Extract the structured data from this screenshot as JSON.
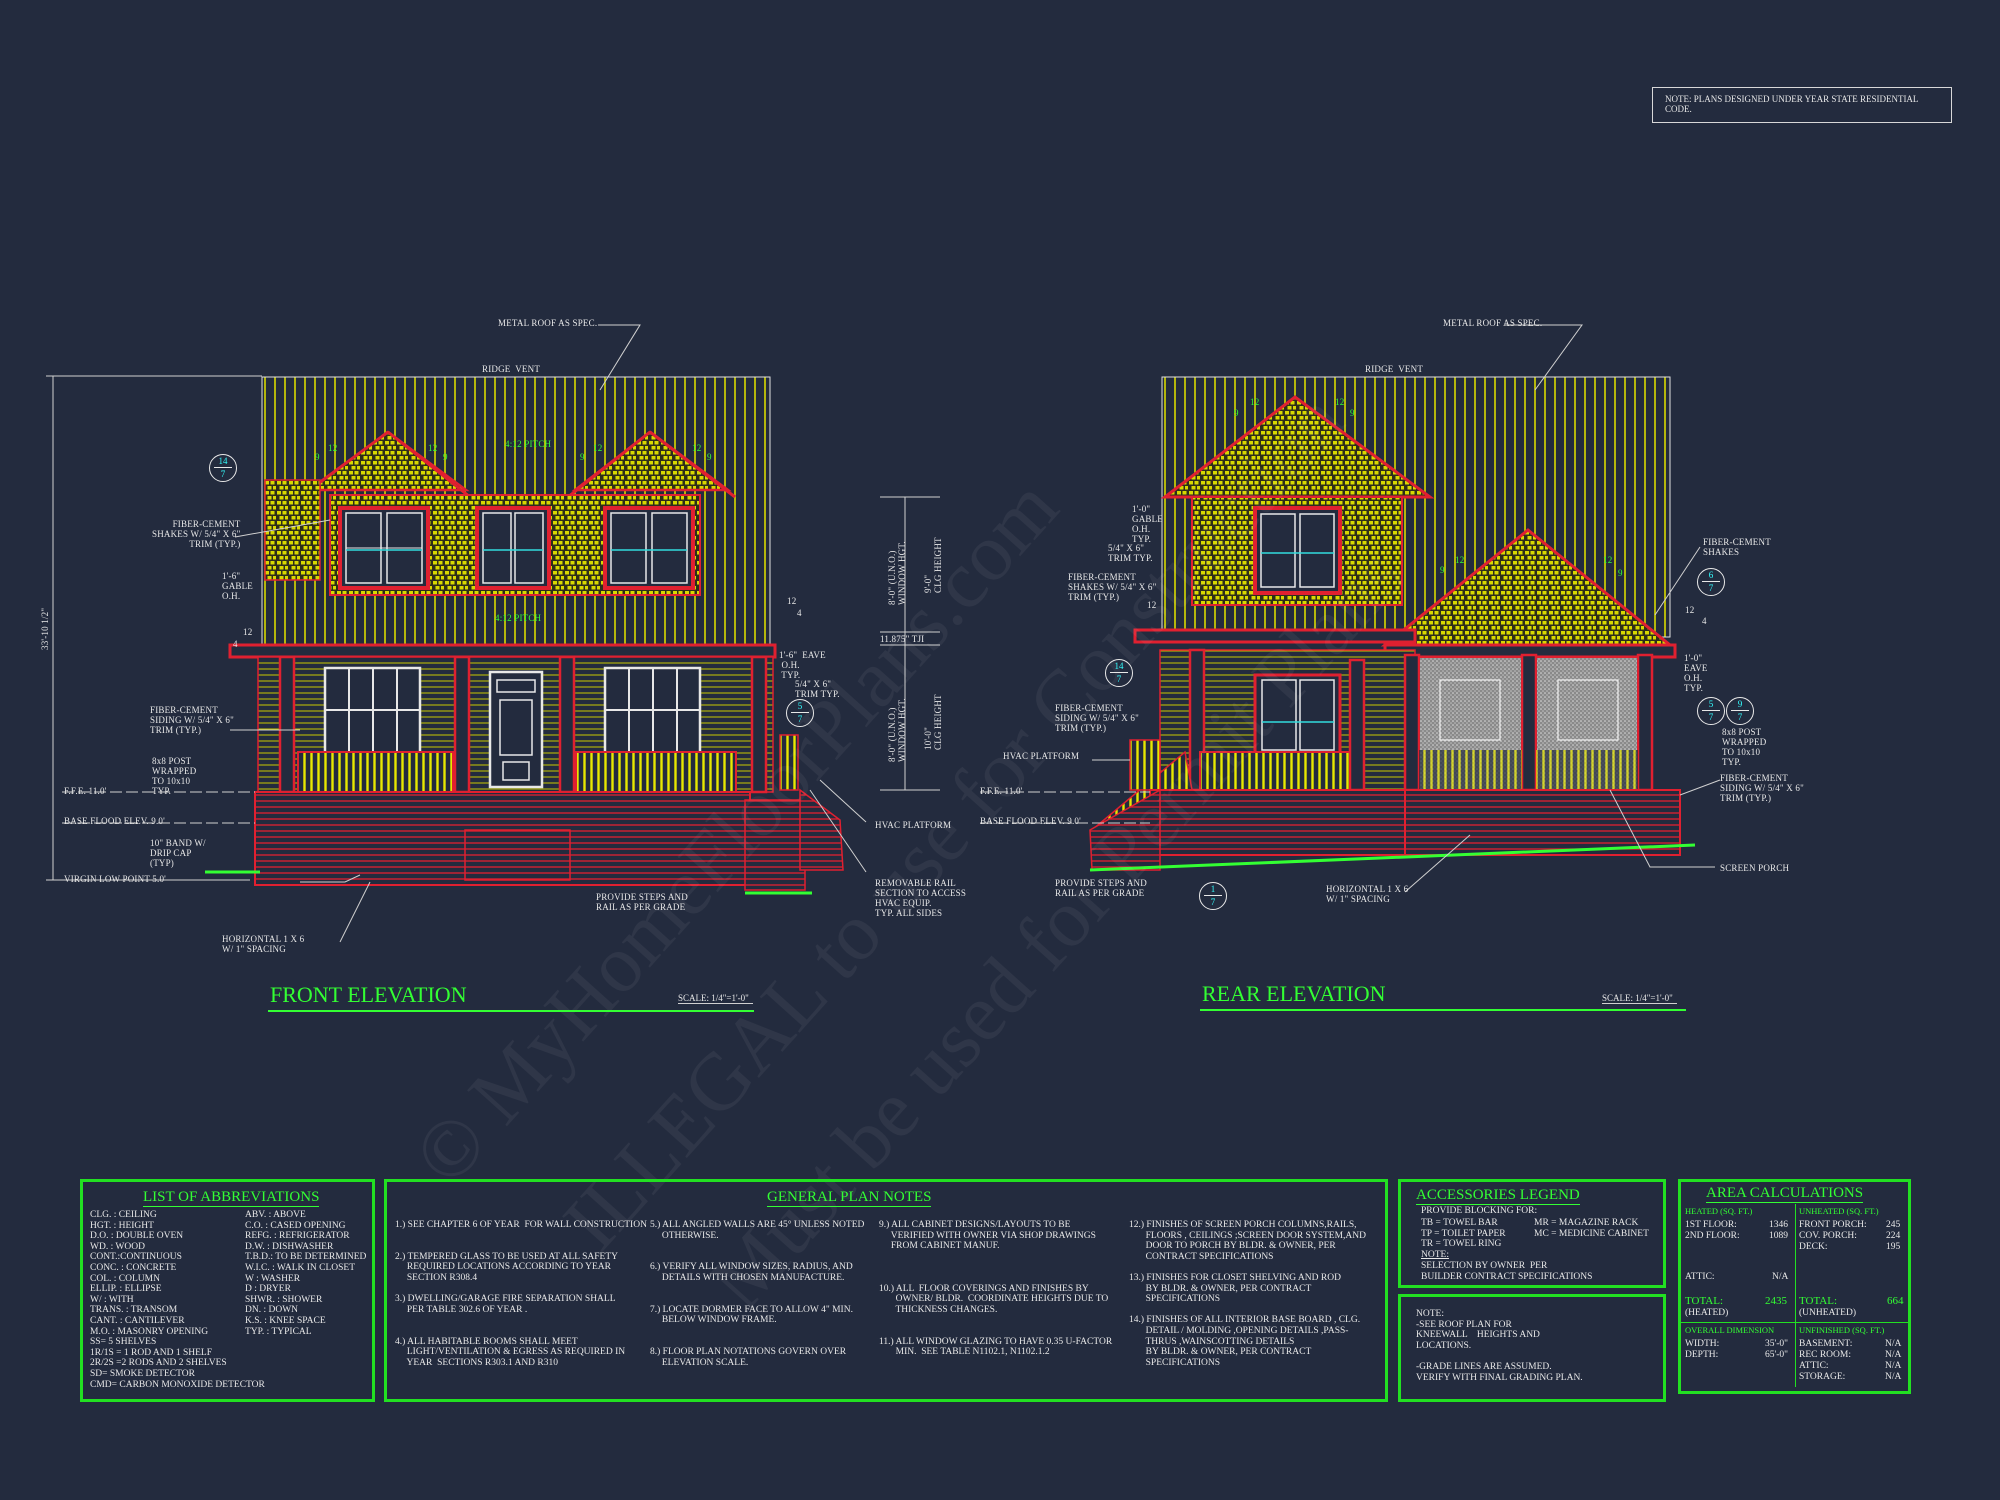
{
  "code_note": "NOTE: PLANS DESIGNED UNDER YEAR STATE\n RESIDENTIAL CODE.",
  "watermark": {
    "line1": "© MyHomeFloorPlans.com",
    "line2": "ILLEGAL to use for Construction",
    "line3": "Must be used for Permit Plans"
  },
  "front": {
    "title": "FRONT ELEVATION",
    "scale": "SCALE: 1/4\"=1'-0\"",
    "labels": {
      "metal_roof": "METAL ROOF AS SPEC.",
      "ridge_vent": "RIDGE  VENT",
      "pitch_upper": "4:12 PITCH",
      "pitch_lower": "4:12 PITCH",
      "shakes": "FIBER-CEMENT\nSHAKES W/ 5/4\" X 6\"\nTRIM (TYP.)",
      "gable_oh": "1'-6\"\nGABLE\nO.H.",
      "siding": "FIBER-CEMENT\nSIDING W/ 5/4\" X 6\"\nTRIM (TYP.)",
      "post": "8x8 POST\nWRAPPED\nTO 10x10\nTYP.",
      "ffe": "F.F.E. 11.0'",
      "bfe": "BASE FLOOD ELEV. 9.0'",
      "band": "10\" BAND W/\nDRIP CAP\n(TYP)",
      "virgin": "VIRGIN LOW POINT 5.0'",
      "horizontal": "HORIZONTAL 1 X 6\nW/ 1\" SPACING",
      "steps": "PROVIDE STEPS AND\nRAIL AS PER GRADE",
      "eave": "1'-6\"  EAVE\n O.H.\n TYP.",
      "trim": "5/4\" X 6\"\nTRIM TYP.",
      "hvac": "HVAC PLATFORM",
      "removable": "REMOVABLE RAIL\nSECTION TO ACCESS\nHVAC EQUIP.\nTYP. ALL SIDES",
      "overall_height": "33'-10 1/2\"",
      "win_hgt_upper": "8'-0\" (U.N.O.)\nWINDOW HGT.",
      "clg_upper": "9'-0\"\nCLG HEIGHT",
      "tji": "11.875\" TJI",
      "win_hgt_lower": "8'-0\" (U.N.O.)\nWINDOW HGT.",
      "clg_lower": "10'-0\"\nCLG HEIGHT",
      "slope_12": "12",
      "slope_9": "9",
      "slope_4": "4"
    },
    "bubbles": [
      {
        "top": "14",
        "bottom": "7"
      },
      {
        "top": "5",
        "bottom": "7"
      }
    ]
  },
  "rear": {
    "title": "REAR ELEVATION",
    "scale": "SCALE: 1/4\"=1'-0\"",
    "labels": {
      "metal_roof": "METAL ROOF AS SPEC.",
      "ridge_vent": "RIDGE  VENT",
      "gable_oh": "1'-0\"\nGABLE\nO.H.\nTYP.",
      "trim": "5/4\" X 6\"\nTRIM TYP.",
      "shakes_left": "FIBER-CEMENT\nSHAKES W/ 5/4\" X 6\"\nTRIM (TYP.)",
      "siding_left": "FIBER-CEMENT\nSIDING W/ 5/4\" X 6\"\nTRIM (TYP.)",
      "hvac": "HVAC PLATFORM",
      "ffe": "F.F.E. 11.0'",
      "bfe": "BASE FLOOD ELEV. 9.0'",
      "steps": "PROVIDE STEPS AND\nRAIL AS PER GRADE",
      "horizontal": "HORIZONTAL 1 X 6\nW/ 1\" SPACING",
      "shakes_right": "FIBER-CEMENT\nSHAKES",
      "eave": "1'-0\"\nEAVE\nO.H.\nTYP.",
      "post": "8x8 POST\nWRAPPED\nTO 10x10\nTYP.",
      "siding_right": "FIBER-CEMENT\nSIDING W/ 5/4\" X 6\"\nTRIM (TYP.)",
      "screen_porch": "SCREEN PORCH"
    },
    "bubbles": [
      {
        "top": "6",
        "bottom": "7"
      },
      {
        "top": "14",
        "bottom": "7"
      },
      {
        "top": "5",
        "bottom": "7"
      },
      {
        "top": "9",
        "bottom": "7"
      },
      {
        "top": "1",
        "bottom": "7"
      }
    ]
  },
  "abbreviations": {
    "title": "LIST OF ABBREVIATIONS",
    "col1": "CLG. : CEILING\nHGT. : HEIGHT\nD.O. : DOUBLE OVEN\nWD. : WOOD\nCONT.:CONTINUOUS\nCONC. : CONCRETE\nCOL. : COLUMN\nELLIP. : ELLIPSE\nW/ : WITH\nTRANS. : TRANSOM\nCANT. : CANTILEVER\nM.O. : MASONRY OPENING\nSS= 5 SHELVES\n1R/1S = 1 ROD AND 1 SHELF\n2R/2S =2 RODS AND 2 SHELVES\nSD= SMOKE DETECTOR\nCMD= CARBON MONOXIDE DETECTOR",
    "col2": "ABV. : ABOVE\nC.O. : CASED OPENING\nREFG. : REFRIGERATOR\nD.W. : DISHWASHER\nT.B.D.: TO BE DETERMINED\nW.I.C. : WALK IN CLOSET\nW : WASHER\nD : DRYER\nSHWR. : SHOWER\nDN. : DOWN\nK.S. : KNEE SPACE\nTYP. : TYPICAL"
  },
  "general_notes": {
    "title": "GENERAL PLAN NOTES",
    "col1": "1.) SEE CHAPTER 6 OF YEAR  FOR WALL CONSTRUCTION\n\n\n2.) TEMPERED GLASS TO BE USED AT ALL SAFETY\n     REQUIRED LOCATIONS ACCORDING TO YEAR\n     SECTION R308.4\n\n3.) DWELLING/GARAGE FIRE SEPARATION SHALL\n     PER TABLE 302.6 OF YEAR .\n\n\n4.) ALL HABITABLE ROOMS SHALL MEET\n     LIGHT/VENTILATION & EGRESS AS REQUIRED IN\n     YEAR  SECTIONS R303.1 AND R310",
    "col2": "5.) ALL ANGLED WALLS ARE 45° UNLESS NOTED\n     OTHERWISE.\n\n\n6.) VERIFY ALL WINDOW SIZES, RADIUS, AND\n     DETAILS WITH CHOSEN MANUFACTURE.\n\n\n7.) LOCATE DORMER FACE TO ALLOW 4\" MIN.\n     BELOW WINDOW FRAME.\n\n\n8.) FLOOR PLAN NOTATIONS GOVERN OVER\n     ELEVATION SCALE.",
    "col3": "9.) ALL CABINET DESIGNS/LAYOUTS TO BE\n     VERIFIED WITH OWNER VIA SHOP DRAWINGS\n     FROM CABINET MANUF.\n\n\n\n10.) ALL  FLOOR COVERINGS AND FINISHES BY\n       OWNER/ BLDR.  COORDINATE HEIGHTS DUE TO\n       THICKNESS CHANGES.\n\n\n11.) ALL WINDOW GLAZING TO HAVE 0.35 U-FACTOR\n       MIN.  SEE TABLE N1102.1, N1102.1.2",
    "col4": "12.) FINISHES OF SCREEN PORCH COLUMNS,RAILS,\n       FLOORS , CEILINGS ;SCREEN DOOR SYSTEM,AND\n       DOOR TO PORCH BY BLDR. & OWNER, PER\n       CONTRACT SPECIFICATIONS\n\n13.) FINISHES FOR CLOSET SHELVING AND ROD\n       BY BLDR. & OWNER, PER CONTRACT\n       SPECIFICATIONS\n\n14.) FINISHES OF ALL INTERIOR BASE BOARD , CLG.\n       DETAIL / MOLDING ,OPENING DETAILS ,PASS-\n       THRUS ,WAINSCOTTING DETAILS\n       BY BLDR. & OWNER, PER CONTRACT\n       SPECIFICATIONS"
  },
  "accessories": {
    "title": "ACCESSORIES LEGEND",
    "intro": "PROVIDE BLOCKING FOR:",
    "col1": "TB = TOWEL BAR\nTP = TOILET PAPER\nTR = TOWEL RING",
    "col2": "MR = MAGAZINE RACK\nMC = MEDICINE CABINET",
    "note_label": "NOTE:",
    "note_text": "SELECTION BY OWNER  PER\nBUILDER CONTRACT SPECIFICATIONS"
  },
  "notes_box": {
    "text": "NOTE:\n-SEE ROOF PLAN FOR\nKNEEWALL    HEIGHTS AND\nLOCATIONS.\n\n-GRADE LINES ARE ASSUMED.\nVERIFY WITH FINAL GRADING PLAN."
  },
  "area": {
    "title": "AREA CALCULATIONS",
    "heated_head": "HEATED (SQ. FT.)",
    "unheated_head": "UNHEATED (SQ. FT.)",
    "heated_rows": [
      {
        "label": "1ST FLOOR:",
        "value": "1346"
      },
      {
        "label": "2ND FLOOR:",
        "value": "1089"
      },
      {
        "label": "ATTIC:",
        "value": "N/A"
      }
    ],
    "unheated_rows": [
      {
        "label": "FRONT PORCH:",
        "value": "245"
      },
      {
        "label": "COV. PORCH:",
        "value": "224"
      },
      {
        "label": "DECK:",
        "value": "195"
      }
    ],
    "total_label": "TOTAL:",
    "total_heated": "2435",
    "total_heated_sub": "(HEATED)",
    "total_unheated": "664",
    "total_unheated_sub": "(UNHEATED)",
    "overall_head": "OVERALL DIMENSION",
    "unfinished_head": "UNFINISHED (SQ. FT.)",
    "overall_rows": [
      {
        "label": "WIDTH:",
        "value": "35'-0\""
      },
      {
        "label": "DEPTH:",
        "value": "65'-0\""
      }
    ],
    "unfinished_rows": [
      {
        "label": "BASEMENT:",
        "value": "N/A"
      },
      {
        "label": "REC ROOM:",
        "value": "N/A"
      },
      {
        "label": "ATTIC:",
        "value": "N/A"
      },
      {
        "label": "STORAGE:",
        "value": "N/A"
      }
    ]
  }
}
